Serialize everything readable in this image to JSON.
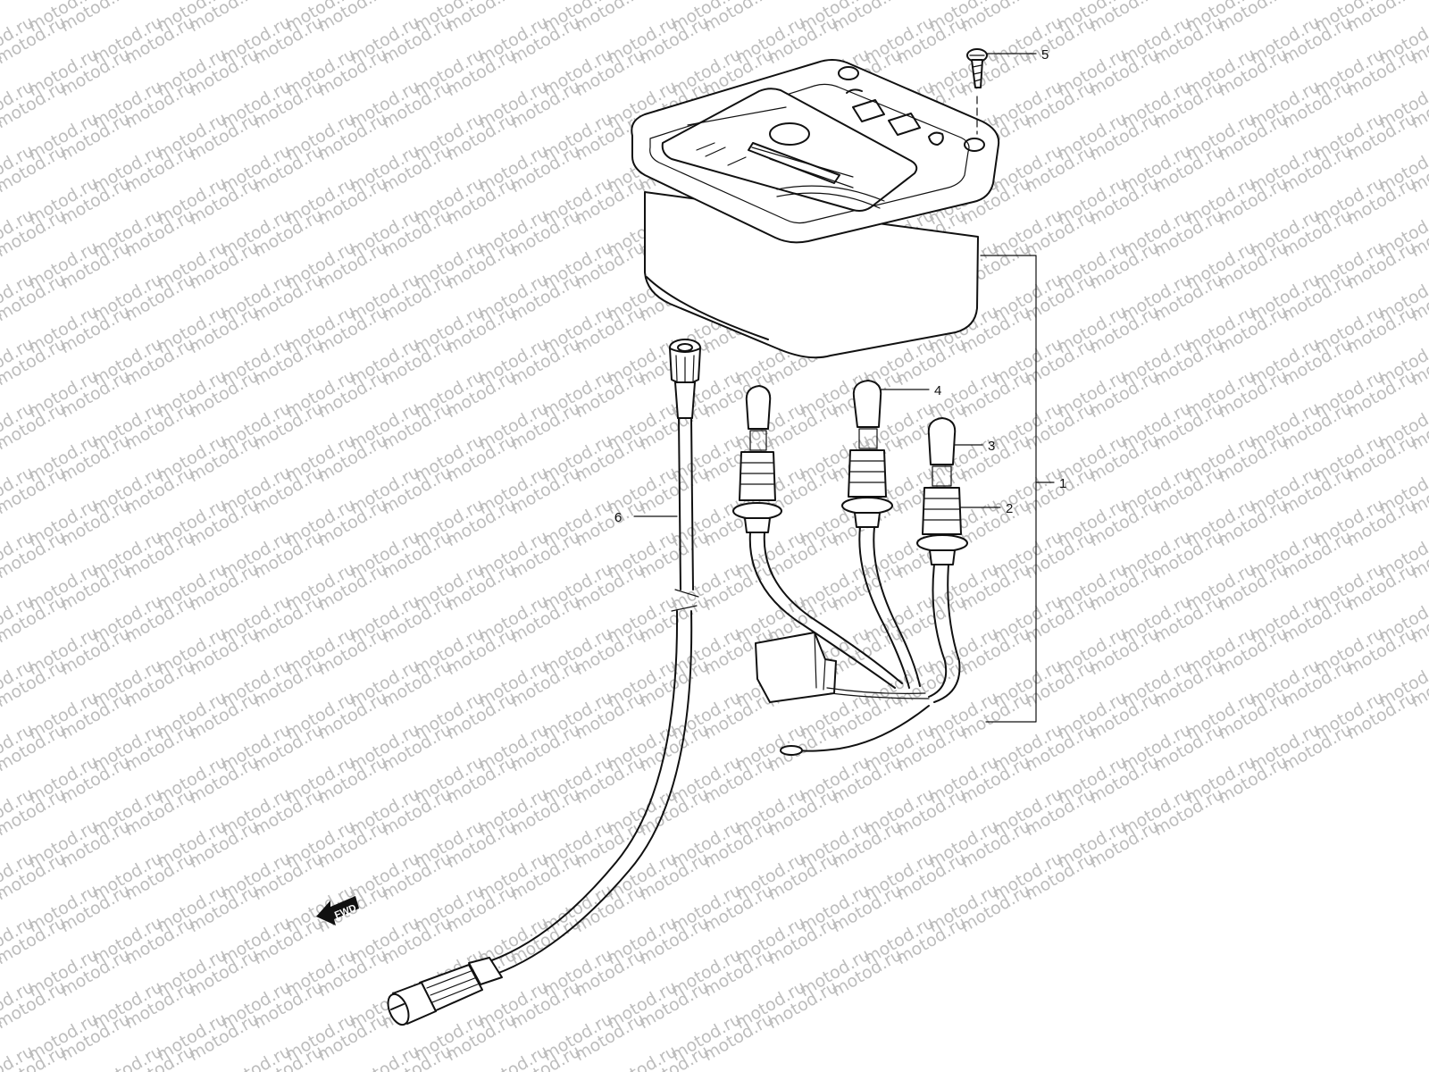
{
  "watermark": "motod.ru",
  "callouts": [
    {
      "id": "1",
      "label": "1"
    },
    {
      "id": "2",
      "label": "2"
    },
    {
      "id": "3",
      "label": "3"
    },
    {
      "id": "4",
      "label": "4"
    },
    {
      "id": "5",
      "label": "5"
    },
    {
      "id": "6",
      "label": "6"
    }
  ],
  "fwd_arrow": {
    "label": "FWD"
  },
  "colors": {
    "ink": "#111111",
    "watermark": "#bdbdbd",
    "background": "#ffffff"
  }
}
